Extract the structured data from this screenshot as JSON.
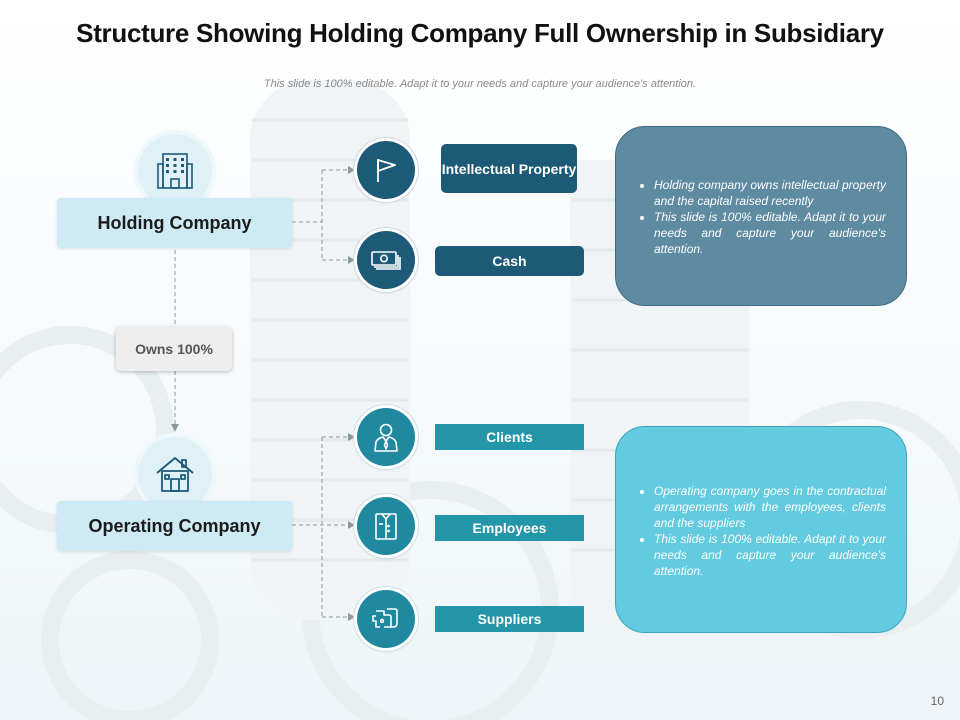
{
  "slide": {
    "title": "Structure Showing Holding Company Full Ownership in Subsidiary",
    "subtitle": "This slide is 100% editable. Adapt it to your needs and capture your audience's attention.",
    "page_number": "10"
  },
  "holding": {
    "label": "Holding Company",
    "icon": "office-building-icon"
  },
  "operating": {
    "label": "Operating Company",
    "icon": "house-icon"
  },
  "ownership": {
    "label": "Owns 100%"
  },
  "holding_items": [
    {
      "label": "Intellectual Property",
      "icon": "flag-icon"
    },
    {
      "label": "Cash",
      "icon": "cash-icon"
    }
  ],
  "operating_items": [
    {
      "label": "Clients",
      "icon": "businessman-icon"
    },
    {
      "label": "Employees",
      "icon": "shirt-icon"
    },
    {
      "label": "Suppliers",
      "icon": "handshake-icon"
    }
  ],
  "panels": {
    "holding": [
      "Holding company owns intellectual property and the capital raised recently",
      "This slide is 100% editable. Adapt it to your needs and capture your audience's attention."
    ],
    "operating": [
      "Operating company goes in the contractual arrangements with the employees, clients and the suppliers",
      "This slide is 100% editable. Adapt it to your needs and capture your audience's attention."
    ]
  },
  "colors": {
    "dark_teal": "#1d5a78",
    "teal": "#2496aa",
    "light_blue": "#cdeaf5",
    "panel_dark": "#5e8aa2",
    "panel_light": "#62cbe0"
  }
}
